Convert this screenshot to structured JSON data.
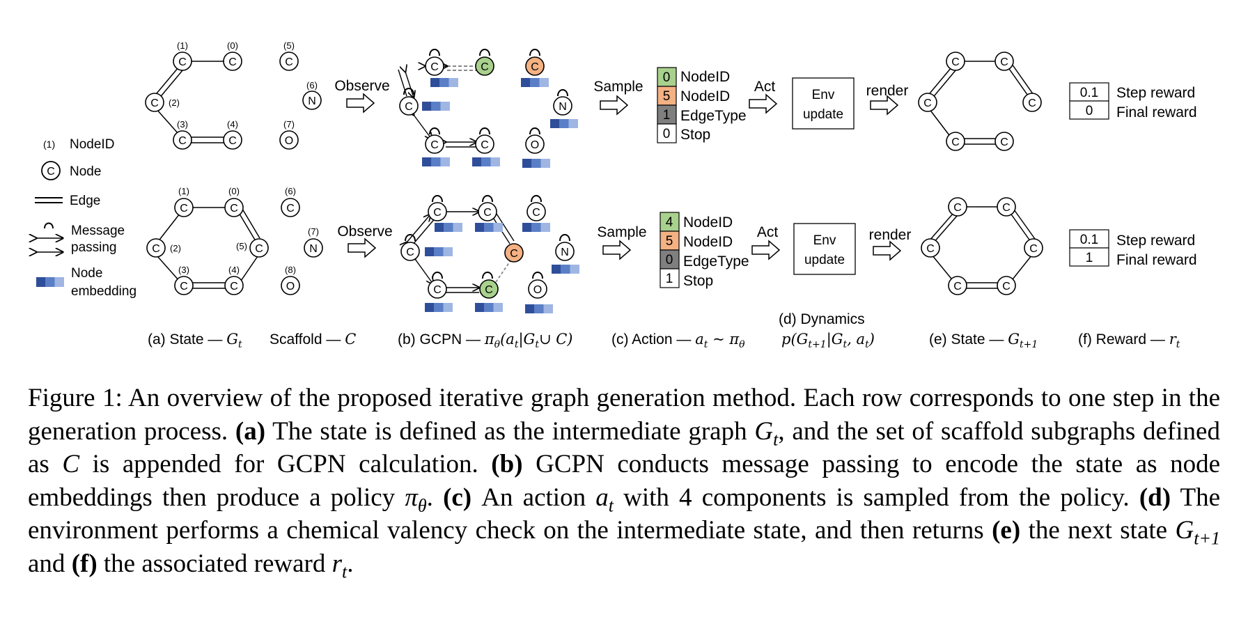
{
  "legend": {
    "nodeid_marker": "(1)",
    "nodeid": "NodeID",
    "node_marker": "C",
    "node": "Node",
    "edge": "Edge",
    "message_line1": "Message",
    "message_line2": "passing",
    "embed_line1": "Node",
    "embed_line2": "embedding"
  },
  "rows": [
    {
      "state_ids": [
        "(1)",
        "(0)",
        "(2)",
        "(3)",
        "(4)"
      ],
      "scaffold": [
        {
          "id": "(5)",
          "atom": "C"
        },
        {
          "id": "(6)",
          "atom": "N"
        },
        {
          "id": "(7)",
          "atom": "O"
        }
      ],
      "action": [
        {
          "value": "0",
          "label": "NodeID",
          "color": "#a9d18e"
        },
        {
          "value": "5",
          "label": "NodeID",
          "color": "#f4b183"
        },
        {
          "value": "1",
          "label": "EdgeType",
          "color": "#7f7f7f"
        },
        {
          "value": "0",
          "label": "Stop",
          "color": "#ffffff"
        }
      ],
      "reward": [
        {
          "value": "0.1",
          "label": "Step reward"
        },
        {
          "value": "0",
          "label": "Final reward"
        }
      ]
    },
    {
      "state_ids": [
        "(1)",
        "(0)",
        "(2)",
        "(3)",
        "(4)",
        "(5)"
      ],
      "scaffold": [
        {
          "id": "(6)",
          "atom": "C"
        },
        {
          "id": "(7)",
          "atom": "N"
        },
        {
          "id": "(8)",
          "atom": "O"
        }
      ],
      "action": [
        {
          "value": "4",
          "label": "NodeID",
          "color": "#a9d18e"
        },
        {
          "value": "5",
          "label": "NodeID",
          "color": "#f4b183"
        },
        {
          "value": "0",
          "label": "EdgeType",
          "color": "#7f7f7f"
        },
        {
          "value": "1",
          "label": "Stop",
          "color": "#ffffff"
        }
      ],
      "reward": [
        {
          "value": "0.1",
          "label": "Step reward"
        },
        {
          "value": "1",
          "label": "Final reward"
        }
      ]
    }
  ],
  "atom_label": "C",
  "flow": {
    "observe": "Observe",
    "sample": "Sample",
    "act": "Act",
    "env_line1": "Env",
    "env_line2": "update",
    "render": "render"
  },
  "panel_labels": {
    "a_text": "(a) State —",
    "a_math": "G",
    "a_sub": "t",
    "scaffold_text": "Scaffold —",
    "scaffold_math": "C",
    "b_text": "(b) GCPN —",
    "b_math": "π",
    "b_sub": "θ",
    "b_rest": "(a",
    "b_rest_sub": "t",
    "b_rest2": "|G",
    "b_rest2_sub": "t",
    "b_rest3": "∪ C)",
    "c_text": "(c) Action —",
    "c_math": "a",
    "c_sub": "t",
    "c_rest": "~ π",
    "c_rest_sub": "θ",
    "d_title": "(d) Dynamics",
    "d_math": "p(G",
    "d_sub": "t+1",
    "d_rest": "|G",
    "d_rest_sub": "t",
    "d_rest2": ", a",
    "d_rest2_sub": "t",
    "d_rest3": ")",
    "e_text": "(e) State —",
    "e_math": "G",
    "e_sub": "t+1",
    "f_text": "(f) Reward —",
    "f_math": "r",
    "f_sub": "t"
  },
  "caption": {
    "intro": "Figure 1: An overview of the proposed iterative graph generation method. Each row corresponds to one step in the generation process.",
    "a_tag": "(a)",
    "a_text1": "The state is defined as the intermediate graph",
    "a_math": "G",
    "a_sub": "t",
    "a_text2": ", and the set of scaffold subgraphs defined as",
    "a_math2": "C",
    "a_text3": "is appended for GCPN calculation.",
    "b_tag": "(b)",
    "b_text": "GCPN conducts message passing to encode the state as node embeddings then produce a policy",
    "b_math": "π",
    "b_sub": "θ",
    "b_end": ".",
    "c_tag": "(c)",
    "c_text1": "An action",
    "c_math": "a",
    "c_sub": "t",
    "c_text2": "with 4 components is sampled from the policy.",
    "d_tag": "(d)",
    "d_text": "The environment performs a chemical valency check on the intermediate state, and then returns",
    "e_tag": "(e)",
    "e_text1": "the next state",
    "e_math": "G",
    "e_sub": "t+1",
    "e_text2": "and",
    "f_tag": "(f)",
    "f_text1": "the associated reward",
    "f_math": "r",
    "f_sub": "t",
    "f_end": "."
  }
}
